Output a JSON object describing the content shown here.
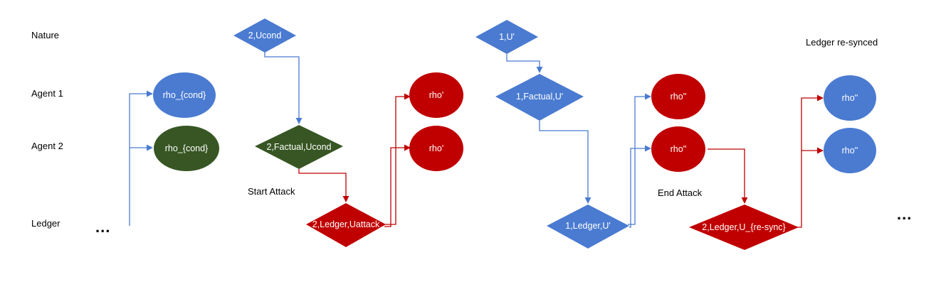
{
  "colors": {
    "blue": "#4a7bd1",
    "red": "#c00000",
    "green": "#375623",
    "text": "#000000"
  },
  "rows": {
    "nature": "Nature",
    "agent1": "Agent 1",
    "agent2": "Agent 2",
    "ledger": "Ledger"
  },
  "captions": {
    "start_attack": "Start Attack",
    "end_attack": "End Attack",
    "ledger_resynced": "Ledger re-synced",
    "ellipsis_left": "...",
    "ellipsis_right": "..."
  },
  "nodes": {
    "agent1_state_cond": "rho_{cond}",
    "agent2_state_cond": "rho_{cond}",
    "nature_ucond": "2,Ucond",
    "agent2_factual_ucond": "2,Factual,Ucond",
    "ledger_uattack": "2,Ledger,Uattack",
    "agent1_state_attack": "rho'",
    "agent2_state_attack": "rho'",
    "nature_uprime": "1,U'",
    "agent1_factual_uprime": "1,Factual,U'",
    "ledger_uprime": "1,Ledger,U'",
    "agent1_state_end": "rho''",
    "agent2_state_end": "rho''",
    "ledger_uresync": "2,Ledger,U_{re-sync}",
    "agent1_state_resync": "rho''",
    "agent2_state_resync": "rho''"
  }
}
